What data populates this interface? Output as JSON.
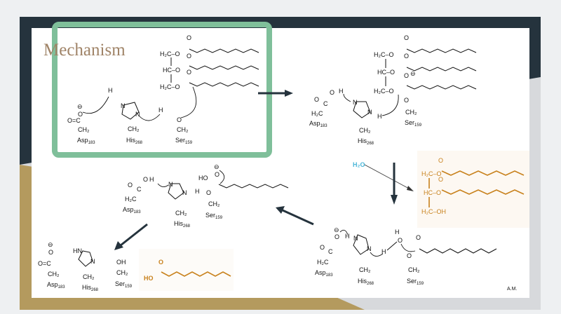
{
  "slide": {
    "title": "Mechanism",
    "signature": "A.M.",
    "colors": {
      "frame_dark": "#25333d",
      "frame_gold": "#b49a5e",
      "highlight": "#7fbf9a",
      "product": "#c8811c",
      "water": "#4ab6d8",
      "title": "#a08468"
    }
  },
  "residues": {
    "asp": {
      "name": "Asp",
      "num": "183"
    },
    "his": {
      "name": "His",
      "num": "268"
    },
    "ser": {
      "name": "Ser",
      "num": "159"
    }
  },
  "atoms": {
    "h2c_o": "H₂C–O",
    "hc_o": "HC–O",
    "h2c_oh": "H₂C–OH",
    "o": "O",
    "o_minus": "⊖",
    "h": "H",
    "n": "N",
    "hn": "HN",
    "oc": "O=C",
    "c": "C",
    "h2c": "H₂C",
    "ch2": "CH₂",
    "ho": "HO",
    "oh": "OH"
  },
  "water": "H₂O"
}
